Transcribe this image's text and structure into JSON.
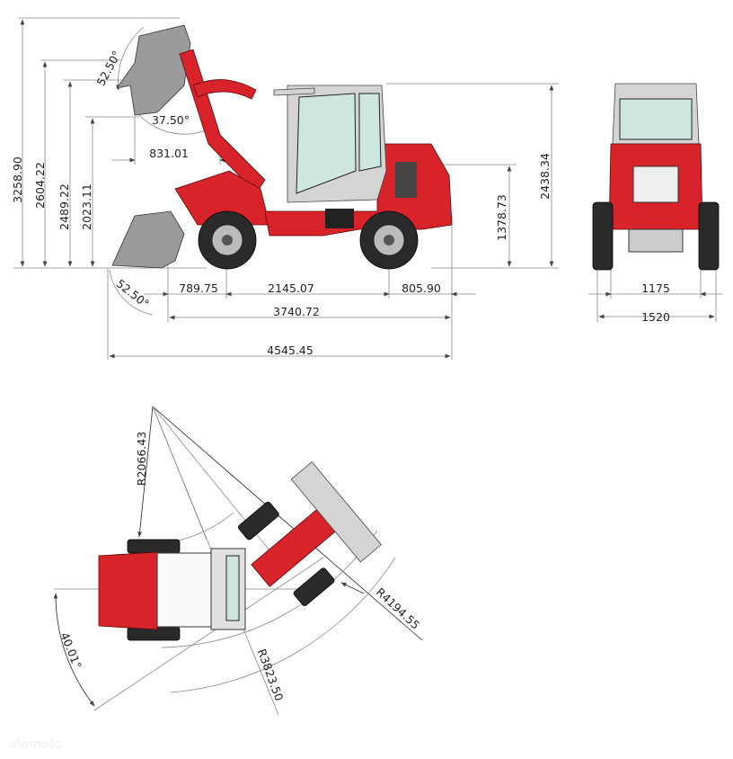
{
  "side_view": {
    "heights": {
      "max_bucket_height": "3258.90",
      "bucket_pivot_height": "2604.22",
      "bucket_tip_height": "2489.22",
      "dump_clearance": "2023.11",
      "cab_height": "2438.34",
      "rear_height": "1378.73"
    },
    "angles": {
      "rollback_top": "52.50°",
      "dump_angle": "37.50°",
      "rollback_ground": "52.50°"
    },
    "lengths": {
      "dump_reach": "831.01",
      "front_overhang": "789.75",
      "wheelbase": "2145.07",
      "rear_overhang": "805.90",
      "length_without_bucket": "3740.72",
      "overall_length": "4545.45"
    }
  },
  "front_view": {
    "track_width": "1175",
    "overall_width": "1520"
  },
  "top_view": {
    "inner_radius": "R2066.43",
    "outer_bucket_radius": "R4194.55",
    "outer_radius": "R3823.50",
    "articulation_angle": "40.01°"
  },
  "watermark": "otomoto",
  "colors": {
    "body": "#d8232a",
    "bucket": "#9a9a9a",
    "tyre": "#2a2a2a",
    "dimension_line": "#888888"
  }
}
